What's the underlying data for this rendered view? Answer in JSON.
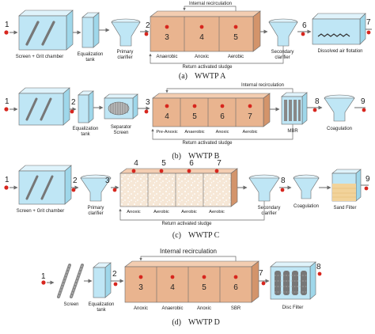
{
  "panels": [
    {
      "id": "a",
      "caption_letter": "(a)",
      "caption_name": "WWTP A",
      "recirc_label": "Internal recirculation",
      "ras_label": "Return activated sludge",
      "points": [
        "1",
        "2",
        "3",
        "4",
        "5",
        "6",
        "7"
      ],
      "labels": {
        "screen": "Screen + Grit chamber",
        "eq1": "Equalization",
        "eq2": "tank",
        "clar1": "Primary",
        "clar2": "clarifier",
        "zones": [
          "Anaerobic",
          "Anoxic",
          "Aerobic"
        ],
        "sec1": "Secondary",
        "sec2": "clarifier",
        "daf": "Dissolved air flotation"
      }
    },
    {
      "id": "b",
      "caption_letter": "(b)",
      "caption_name": "WWTP B",
      "recirc_label": "Internal recirculation",
      "ras_label": "Return activated sludge",
      "points": [
        "1",
        "2",
        "3",
        "4",
        "5",
        "6",
        "7",
        "8",
        "9"
      ],
      "labels": {
        "eq1": "Equalization",
        "eq2": "tank",
        "sep1": "Separator",
        "sep2": "Screen",
        "zones": [
          "Pre-Anoxic",
          "Anaerobic",
          "Anoxic",
          "Aerobic"
        ],
        "mbr": "MBR",
        "coag": "Coagulation"
      }
    },
    {
      "id": "c",
      "caption_letter": "(c)",
      "caption_name": "WWTP C",
      "ras_label": "Return activated sludge",
      "points": [
        "1",
        "2",
        "3",
        "4",
        "5",
        "6",
        "7",
        "8",
        "9"
      ],
      "labels": {
        "screen": "Screen + Grit chamber",
        "clar1": "Primary",
        "clar2": "clarifier",
        "zones": [
          "Anoxic",
          "Aerobic",
          "Aerobic",
          "Aerobic"
        ],
        "sec1": "Secondary",
        "sec2": "clarifier",
        "coag": "Coagulation",
        "sand": "Sand Filter"
      }
    },
    {
      "id": "d",
      "caption_letter": "(d)",
      "caption_name": "WWTP D",
      "recirc_label": "Internal recirculation",
      "points": [
        "1",
        "2",
        "3",
        "4",
        "5",
        "6",
        "7",
        "8"
      ],
      "labels": {
        "screen": "Screen",
        "eq1": "Equalization",
        "eq2": "tank",
        "zones": [
          "Anoxic",
          "Anaerobic",
          "Anoxic",
          "SBR"
        ],
        "disc": "Disc Filter"
      }
    }
  ],
  "colors": {
    "water": "#bfe6f5",
    "water_side": "#8fcfe6",
    "reactor": "#e9b48f",
    "reactor_top": "#f3cdb1",
    "reactor_side": "#d3946b",
    "sample_dot": "#d7261e",
    "line": "#6a6a6a"
  }
}
